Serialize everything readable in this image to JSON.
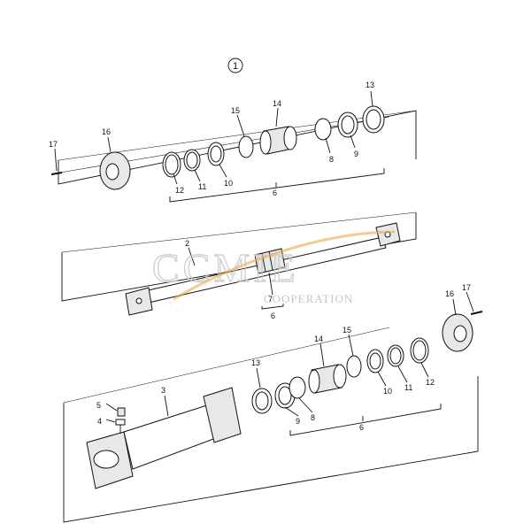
{
  "figure": {
    "view_number": "1"
  },
  "watermark": {
    "brand": "CCMIE",
    "subtitle": "COOPERATION",
    "accent": "#e8a94a"
  },
  "groups": {
    "top": {
      "labels": {
        "p17": "17",
        "p16": "16",
        "p12": "12",
        "p11": "11",
        "p10": "10",
        "p15": "15",
        "p14": "14",
        "p8": "8",
        "p9": "9",
        "p13": "13",
        "p6": "6"
      }
    },
    "middle": {
      "labels": {
        "p2": "2",
        "p7": "7",
        "p6": "6"
      }
    },
    "bottom": {
      "labels": {
        "p5": "5",
        "p4": "4",
        "p3": "3",
        "p13": "13",
        "p9": "9",
        "p8": "8",
        "p14": "14",
        "p15": "15",
        "p10": "10",
        "p11": "11",
        "p12": "12",
        "p16": "16",
        "p17": "17",
        "p6": "6"
      }
    }
  }
}
